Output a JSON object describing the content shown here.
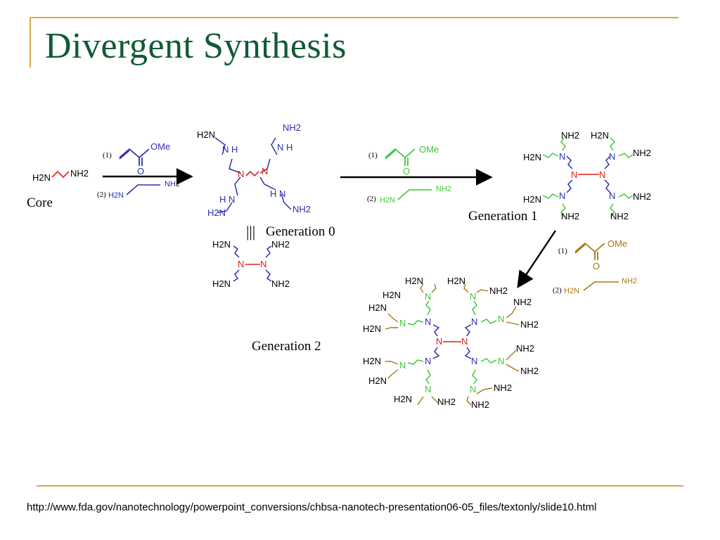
{
  "slide": {
    "title": "Divergent Synthesis",
    "source_url": "http://www.fda.gov/nanotechnology/powerpoint_conversions/chbsa-nanotech-presentation06-05_files/textonly/slide10.html"
  },
  "diagram": {
    "labels": {
      "core": "Core",
      "generation_0": "Generation 0",
      "generation_1": "Generation 1",
      "generation_2": "Generation 2",
      "equivalence": "|||"
    },
    "reagents": {
      "step1_tag": "(1)",
      "step2_tag": "(2)",
      "ester_group": "OMe",
      "carbonyl_o": "O",
      "amine_h2n": "H2N",
      "amine_nh2": "NH2"
    },
    "atoms": {
      "N": "N",
      "H2N": "H2N",
      "NH2": "NH2",
      "NH": "N H",
      "HN": "H N"
    },
    "colors": {
      "accent_line": "#d8a84a",
      "title": "#0e5b34",
      "core_red": "#e0201a",
      "gen0_blue": "#2f2fb0",
      "gen1_green": "#3cc83c",
      "gen2_brown": "#a8761a"
    }
  }
}
